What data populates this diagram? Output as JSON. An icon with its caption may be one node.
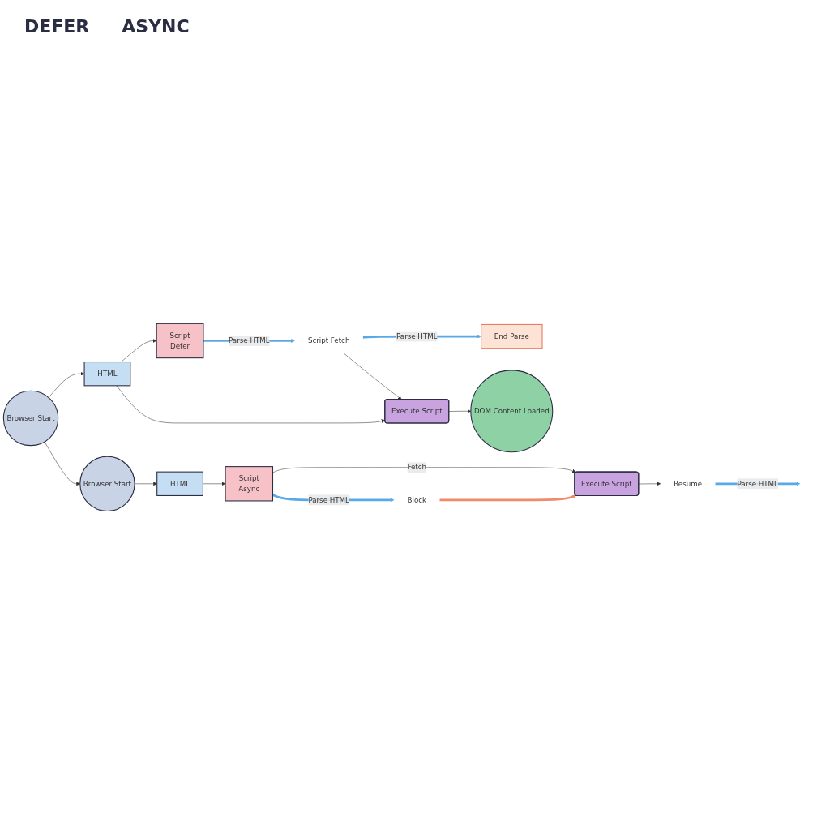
{
  "diagram": {
    "nodes": [
      {
        "text": [
          "Browser Start"
        ]
      },
      {
        "text": [
          "HTML"
        ]
      },
      {
        "text": [
          "Script",
          "Defer"
        ]
      },
      {
        "text": [
          "Script Fetch"
        ]
      },
      {
        "text": [
          "End Parse"
        ]
      },
      {
        "text": [
          "Execute Script"
        ]
      },
      {
        "text": [
          "DOM Content Loaded"
        ]
      },
      {
        "text": [
          "Browser Start"
        ]
      },
      {
        "text": [
          "HTML"
        ]
      },
      {
        "text": [
          "Script",
          "Async"
        ]
      },
      {
        "text": [
          "Block"
        ]
      },
      {
        "text": [
          "Execute Script"
        ]
      },
      {
        "text": [
          "Resume"
        ]
      }
    ],
    "edges": [
      {
        "from": 0,
        "to": 1,
        "arrow": "to"
      },
      {
        "from": 1,
        "to": 2,
        "arrow": "to"
      },
      {
        "from": 2,
        "to": 3,
        "arrow": "to",
        "label": "Parse HTML",
        "style": "thick",
        "color": "#5aa9e6"
      },
      {
        "from": 3,
        "to": 4,
        "arrow": "to",
        "label": "Parse HTML",
        "style": "thick",
        "color": "#5aa9e6"
      },
      {
        "from": 3,
        "to": 5,
        "arrow": "to"
      },
      {
        "from": 1,
        "to": 5,
        "arrow": "to"
      },
      {
        "from": 5,
        "to": 6,
        "arrow": "to"
      },
      {
        "from": 0,
        "to": 7,
        "arrow": "to"
      },
      {
        "from": 7,
        "to": 8,
        "arrow": "to"
      },
      {
        "from": 8,
        "to": 9,
        "arrow": "to"
      },
      {
        "from": 9,
        "to": 10,
        "arrow": "to",
        "label": "Parse HTML",
        "style": "thick",
        "color": "#5aa9e6"
      },
      {
        "from": 9,
        "to": 11,
        "arrow": "to",
        "label": "Fetch"
      },
      {
        "from": 10,
        "to": 11,
        "arrow": "to",
        "style": "thick",
        "color": "#f08a6a"
      },
      {
        "from": 11,
        "to": 12,
        "arrow": "to"
      },
      {
        "from": 12,
        "to": null,
        "arrow": "to",
        "label": "Parse HTML",
        "style": "thick",
        "color": "#5aa9e6"
      }
    ],
    "labels": [
      "DEFER",
      "ASYNC"
    ]
  }
}
